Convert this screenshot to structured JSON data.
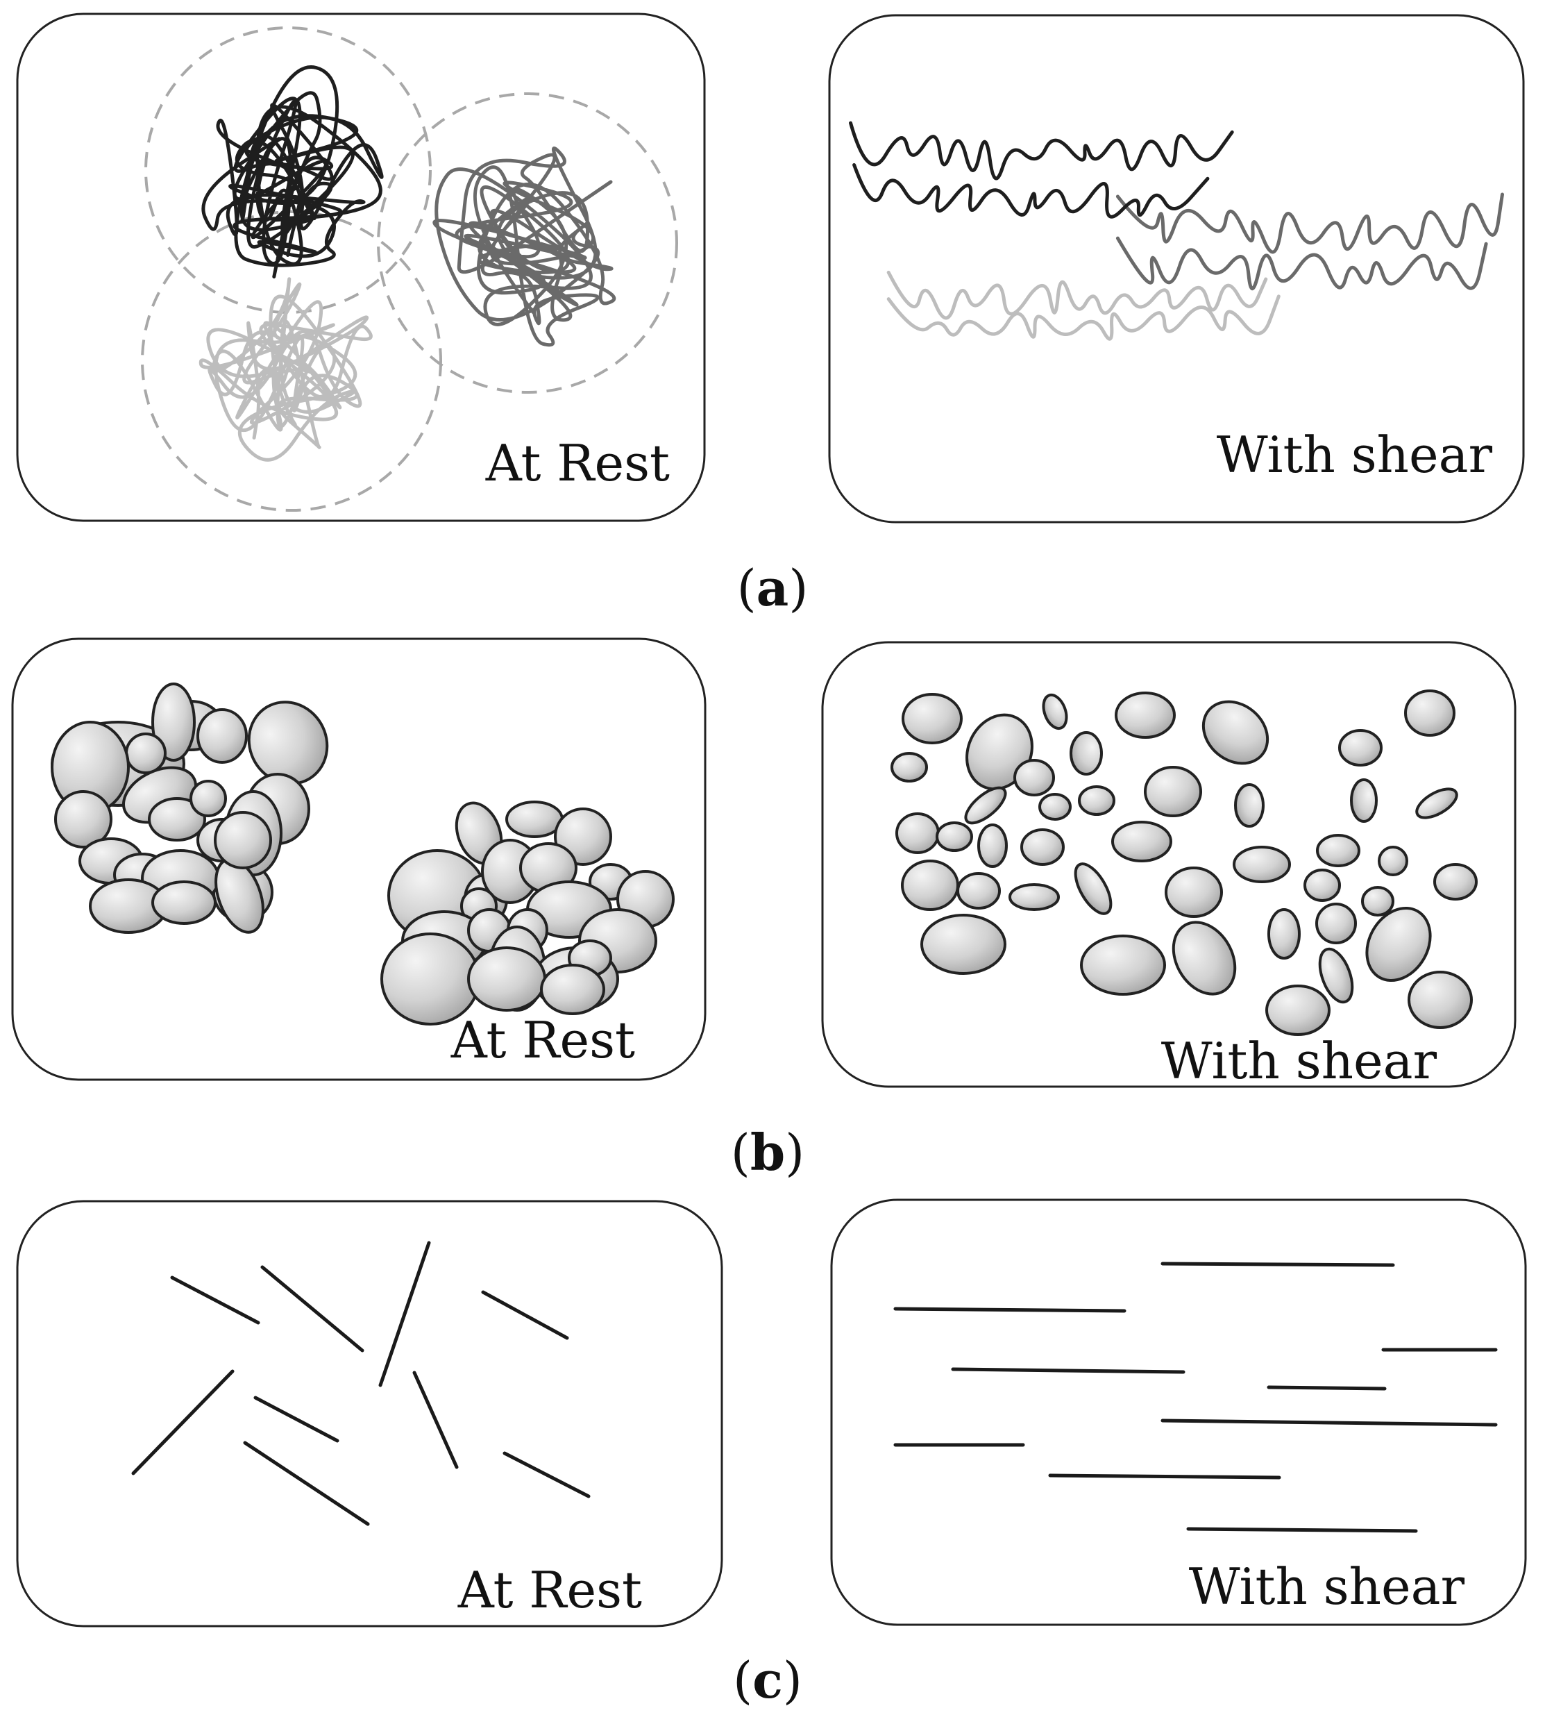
{
  "rows": [
    {
      "caption": {
        "open": "(",
        "letter": "a",
        "close": ")"
      },
      "left_panel": {
        "label": "At Rest"
      },
      "right_panel": {
        "label": "With shear"
      }
    },
    {
      "caption": {
        "open": "(",
        "letter": "b",
        "close": ")"
      },
      "left_panel": {
        "label": "At Rest"
      },
      "right_panel": {
        "label": "With shear"
      }
    },
    {
      "caption": {
        "open": "(",
        "letter": "c",
        "close": ")"
      },
      "left_panel": {
        "label": "At Rest"
      },
      "right_panel": {
        "label": "With shear"
      }
    }
  ],
  "colors": {
    "outline": "#222222",
    "coil_dark": "#1e1e1e",
    "coil_mid": "#6a6a6a",
    "coil_light": "#bdbdbd",
    "dashed_circle": "#a8a8a8",
    "particle_fill_light": "#f2f2f2",
    "particle_fill_dark": "#a9a9a9",
    "fiber": "#1a1a1a"
  }
}
